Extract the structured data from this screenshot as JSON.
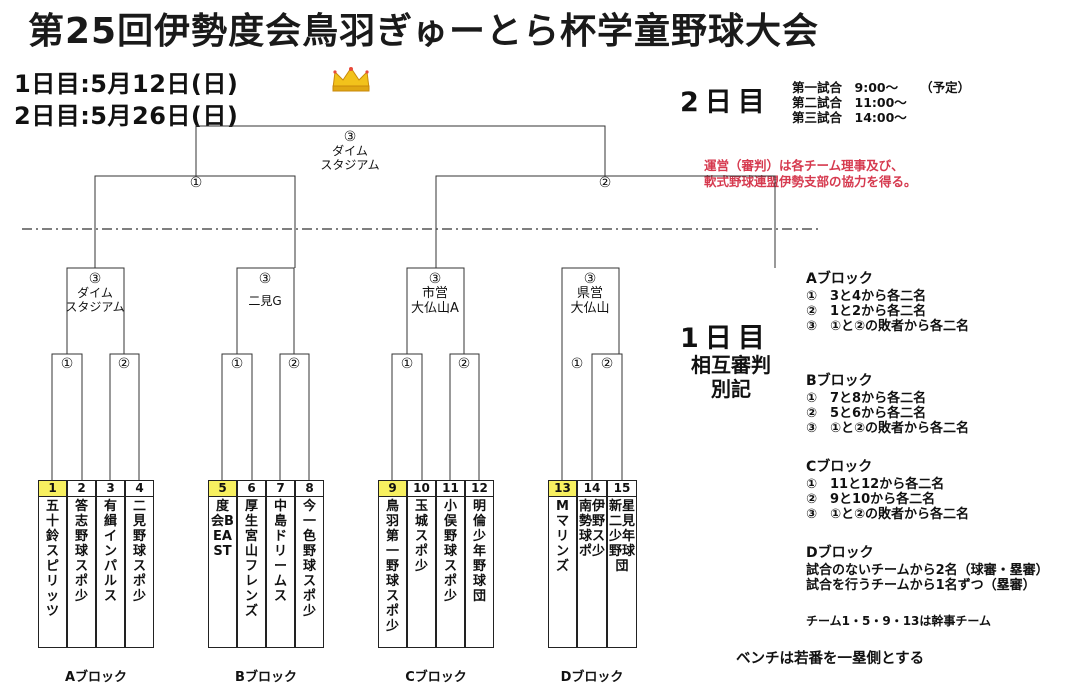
{
  "title": "第25回伊勢度会鳥羽ぎゅーとら杯学童野球大会",
  "dates": [
    "1日目:5月12日(日)",
    "2日目:5月26日(日)"
  ],
  "day2": {
    "label": "2日目",
    "schedule": [
      "第一試合　9:00〜",
      "第二試合　11:00〜",
      "第三試合　14:00〜"
    ],
    "note": "（予定）"
  },
  "notice": [
    "運営（審判）は各チーム理事及び、",
    "軟式野球連盟伊勢支部の協力を得る。"
  ],
  "day1": {
    "label": "1日目",
    "referee": [
      "相互審判",
      "別記"
    ]
  },
  "blocks": [
    {
      "title": "Aブロック",
      "lines": [
        "①　3と4から各二名",
        "②　1と2から各二名",
        "③　①と②の敗者から各二名"
      ]
    },
    {
      "title": "Bブロック",
      "lines": [
        "①　7と8から各二名",
        "②　5と6から各二名",
        "③　①と②の敗者から各二名"
      ]
    },
    {
      "title": "Cブロック",
      "lines": [
        "①　11と12から各二名",
        "②　9と10から各二名",
        "③　①と②の敗者から各二名"
      ]
    },
    {
      "title": "Dブロック",
      "lines": [
        "試合のないチームから2名（球審・塁審）",
        "試合を行うチームから1名ずつ（塁審）"
      ]
    }
  ],
  "kanji_note": "チーム1・5・9・13は幹事チーム",
  "bench_note": "ベンチは若番を一塁側とする",
  "bracket": {
    "final": {
      "game": "③",
      "venue": [
        "ダイム",
        "スタジアム"
      ]
    },
    "semi": [
      "①",
      "②"
    ],
    "block_finals": [
      {
        "game": "③",
        "venue": [
          "ダイム",
          "スタジアム"
        ]
      },
      {
        "game": "③",
        "venue": [
          "二見G"
        ]
      },
      {
        "game": "③",
        "venue": [
          "市営",
          "大仏山A"
        ]
      },
      {
        "game": "③",
        "venue": [
          "県営",
          "大仏山"
        ]
      }
    ],
    "first_games": [
      "①",
      "②"
    ]
  },
  "teams": [
    {
      "num": "1",
      "name": "五十鈴スピリッツ",
      "seed": true
    },
    {
      "num": "2",
      "name": "答志野球スポ少",
      "seed": false
    },
    {
      "num": "3",
      "name": "有緝インパルス",
      "seed": false
    },
    {
      "num": "4",
      "name": "二見野球スポ少",
      "seed": false
    },
    {
      "num": "5",
      "name": "度会BEAST",
      "seed": true
    },
    {
      "num": "6",
      "name": "厚生宮山フレンズ",
      "seed": false
    },
    {
      "num": "7",
      "name": "中島ドリームス",
      "seed": false
    },
    {
      "num": "8",
      "name": "今一色野球スポ少",
      "seed": false
    },
    {
      "num": "9",
      "name": "鳥羽第一野球スポ少",
      "seed": true
    },
    {
      "num": "10",
      "name": "玉城スポ少",
      "seed": false
    },
    {
      "num": "11",
      "name": "小俣野球スポ少",
      "seed": false
    },
    {
      "num": "12",
      "name": "明倫少年野球団",
      "seed": false
    },
    {
      "num": "13",
      "name": "Mマリンズ",
      "seed": true
    },
    {
      "num": "14",
      "name": "南伊勢野球スポ少",
      "seed": false
    },
    {
      "num": "15",
      "name": "新星二見少年野球団",
      "seed": false
    }
  ],
  "block_labels": [
    "Aブロック",
    "Bブロック",
    "Cブロック",
    "Dブロック"
  ]
}
